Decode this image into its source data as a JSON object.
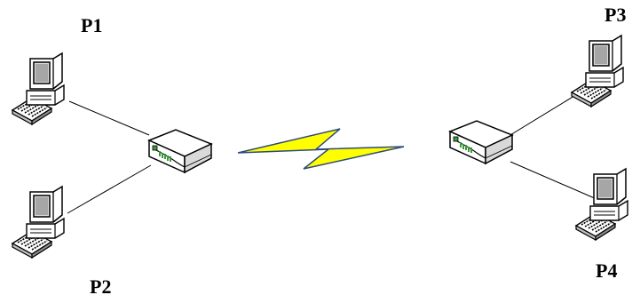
{
  "diagram": {
    "nodes": [
      {
        "id": "p1",
        "label": "P1",
        "icon": "computer-icon"
      },
      {
        "id": "p2",
        "label": "P2",
        "icon": "computer-icon"
      },
      {
        "id": "p3",
        "label": "P3",
        "icon": "computer-icon"
      },
      {
        "id": "p4",
        "label": "P4",
        "icon": "computer-icon"
      },
      {
        "id": "left-device",
        "label": "",
        "icon": "network-device-icon"
      },
      {
        "id": "right-device",
        "label": "",
        "icon": "network-device-icon"
      }
    ],
    "links": [
      {
        "from": "p1",
        "to": "left-device",
        "style": "wired"
      },
      {
        "from": "p2",
        "to": "left-device",
        "style": "wired"
      },
      {
        "from": "p3",
        "to": "right-device",
        "style": "wired"
      },
      {
        "from": "p4",
        "to": "right-device",
        "style": "wired"
      },
      {
        "from": "left-device",
        "to": "right-device",
        "style": "wireless-lightning",
        "icon": "lightning-bolt-icon"
      }
    ],
    "colors": {
      "lightning_fill": "#FFFF00",
      "lightning_stroke": "#2E4A7A",
      "wire": "#000000",
      "device_top": "#FFFFFF",
      "device_side": "#D9D9D9",
      "device_led": "#3A9A3A"
    }
  }
}
